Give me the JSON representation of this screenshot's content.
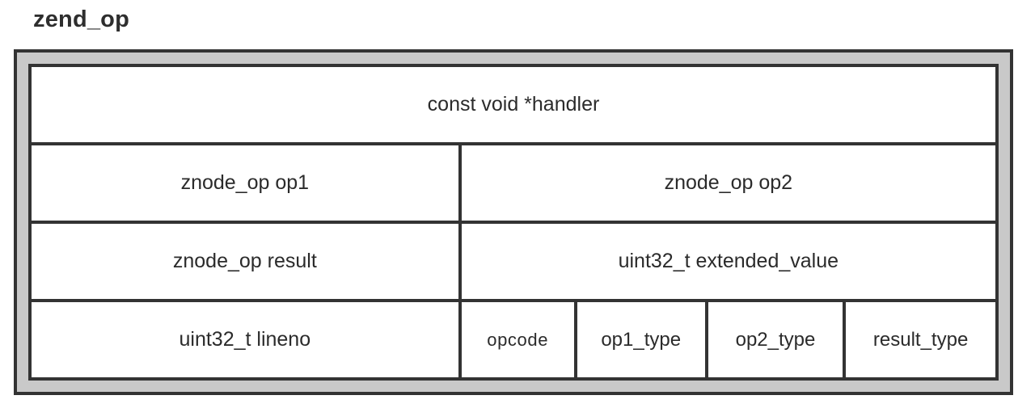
{
  "diagram": {
    "title": "zend_op",
    "type": "c-struct-memory-layout",
    "colors": {
      "border": "#333333",
      "frame_gap": "#c9c9c9",
      "cell_background": "#ffffff",
      "text": "#2b2b2b"
    },
    "rows": [
      {
        "index": 0,
        "cells": [
          {
            "label": "const void *handler",
            "span": "full"
          }
        ]
      },
      {
        "index": 1,
        "cells": [
          {
            "label": "znode_op op1",
            "span": "left"
          },
          {
            "label": "znode_op op2",
            "span": "right"
          }
        ]
      },
      {
        "index": 2,
        "cells": [
          {
            "label": "znode_op result",
            "span": "left"
          },
          {
            "label": "uint32_t extended_value",
            "span": "right"
          }
        ]
      },
      {
        "index": 3,
        "cells": [
          {
            "label": "uint32_t lineno",
            "span": "lineno"
          },
          {
            "label": "opcode",
            "span": "opcode"
          },
          {
            "label": "op1_type",
            "span": "op1type"
          },
          {
            "label": "op2_type",
            "span": "op2type"
          },
          {
            "label": "result_type",
            "span": "resulttype"
          }
        ]
      }
    ]
  }
}
